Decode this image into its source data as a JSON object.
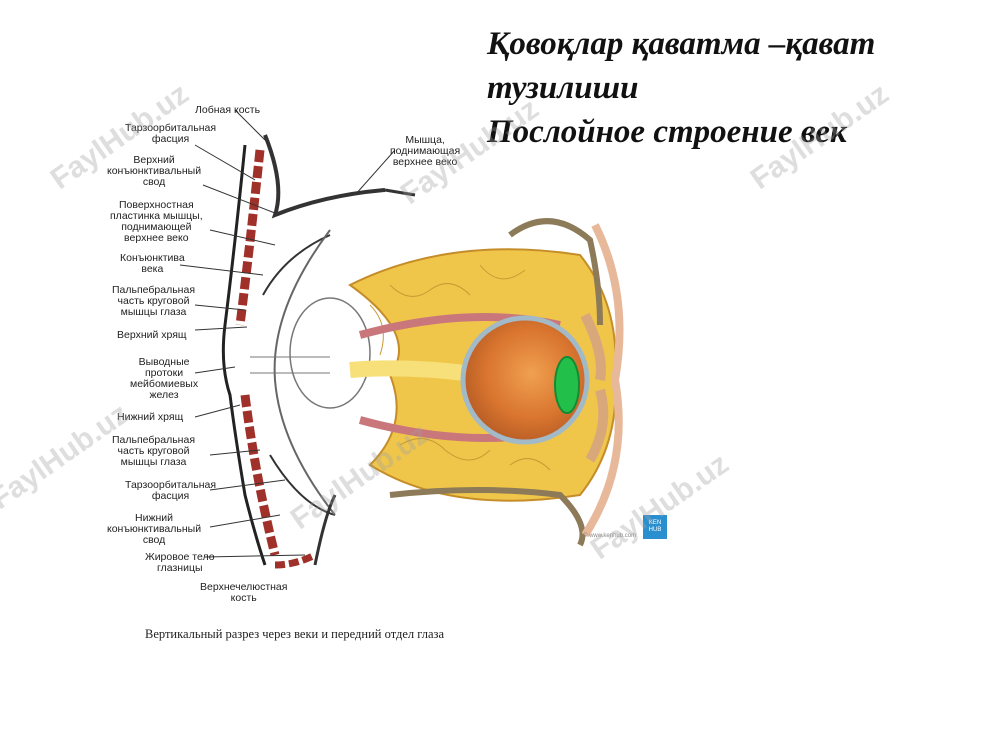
{
  "title": {
    "line1": "Қовоқлар қаватма –қават",
    "line2": "тузилиши",
    "line3": "Послойное строение век"
  },
  "labels": {
    "lobnaya": "Лобная кость",
    "tarzo_top": "Тарзоорбитальная\nфасция",
    "upper_svod": "Верхний\nконъюнктивальный\nсвод",
    "plastinka": "Поверхностная\nпластинка мышцы,\nподнимающей\nверхнее веко",
    "konjunktiva": "Конъюнктива\nвека",
    "palp_top": "Пальпебральная\nчасть круговой\nмышцы глаза",
    "upper_hryasch": "Верхний хрящ",
    "vyvodnye": "Выводные\nпротоки\nмейбомиевых\nжелез",
    "lower_hryasch": "Нижний хрящ",
    "palp_bottom": "Пальпебральная\nчасть круговой\nмышцы глаза",
    "tarzo_bottom": "Тарзоорбитальная\nфасция",
    "lower_svod": "Нижний\nконъюнктивальный\nсвод",
    "fat": "Жировое тело\nглазницы",
    "maxilla": "Верхнечелюстная\nкость",
    "levator": "Мышца,\nподнимающая\nверхнее веко"
  },
  "caption": "Вертикальный разрез через веки и передний отдел глаза",
  "watermark": "FaylHub.uz",
  "kenhub": {
    "logo": "KEN\nHUB",
    "credit": "© www.kenhub.com"
  }
}
